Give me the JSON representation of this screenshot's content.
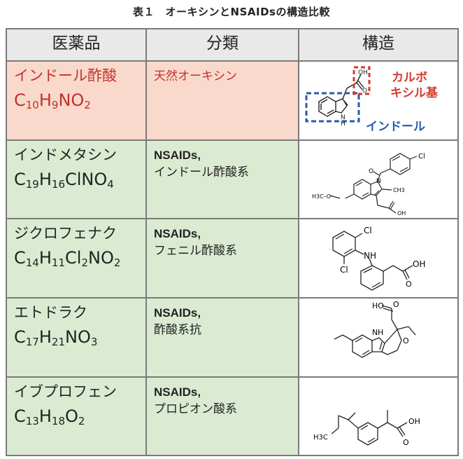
{
  "caption": "表１　オーキシンとNSAIDsの構造比較",
  "headers": [
    "医薬品",
    "分類",
    "構造"
  ],
  "rows": [
    {
      "name": "インドール酢酸",
      "formula": [
        {
          "t": "C"
        },
        {
          "s": "10"
        },
        {
          "t": "H"
        },
        {
          "s": "9"
        },
        {
          "t": "NO"
        },
        {
          "s": "2"
        }
      ],
      "category_line1": "天然オーキシン",
      "category_line2": "",
      "labels": {
        "oh": "OH",
        "o": "O",
        "nh": "N",
        "h": "H",
        "carboxyl_1": "カルボ",
        "carboxyl_2": "キシル基",
        "indole": "インドール"
      },
      "colors": {
        "carboxyl": "#d63a2f",
        "indole": "#2a5aa8"
      }
    },
    {
      "name": "インドメタシン",
      "formula": [
        {
          "t": "C"
        },
        {
          "s": "19"
        },
        {
          "t": "H"
        },
        {
          "s": "16"
        },
        {
          "t": "ClNO"
        },
        {
          "s": "4"
        }
      ],
      "category_line1": "NSAIDs,",
      "category_line2": "インドール酢酸系",
      "labels": {
        "cl": "Cl",
        "o": "O",
        "n": "N",
        "h3co": "H3C–O",
        "ch3": "CH3",
        "oh": "OH"
      }
    },
    {
      "name": "ジクロフェナク",
      "formula": [
        {
          "t": "C"
        },
        {
          "s": "14"
        },
        {
          "t": "H"
        },
        {
          "s": "11"
        },
        {
          "t": "Cl"
        },
        {
          "s": "2"
        },
        {
          "t": "NO"
        },
        {
          "s": "2"
        }
      ],
      "category_line1": "NSAIDs,",
      "category_line2": "フェニル酢酸系",
      "labels": {
        "cl1": "Cl",
        "cl2": "Cl",
        "nh": "NH",
        "o": "O",
        "oh": "OH"
      }
    },
    {
      "name": "エトドラク",
      "formula": [
        {
          "t": "C"
        },
        {
          "s": "17"
        },
        {
          "t": "H"
        },
        {
          "s": "21"
        },
        {
          "t": "NO"
        },
        {
          "s": "3"
        }
      ],
      "category_line1": "NSAIDs,",
      "category_line2": "酢酸系抗",
      "labels": {
        "ho": "HO",
        "o1": "O",
        "o2": "O",
        "n": "N",
        "h": "H"
      }
    },
    {
      "name": "イブプロフェン",
      "formula": [
        {
          "t": "C"
        },
        {
          "s": "13"
        },
        {
          "t": "H"
        },
        {
          "s": "18"
        },
        {
          "t": "O"
        },
        {
          "s": "2"
        }
      ],
      "category_line1": "NSAIDs,",
      "category_line2": "プロピオン酸系",
      "labels": {
        "h3c": "H3C",
        "o": "O",
        "oh": "OH"
      }
    }
  ],
  "colors": {
    "red_row": "#f9d9cc",
    "green_row": "#dbebd2",
    "header": "#e9e9e9",
    "red_text": "#c0332b"
  }
}
